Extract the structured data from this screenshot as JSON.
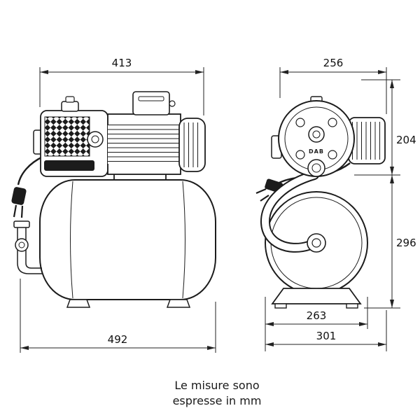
{
  "diagram": {
    "brand": "DAB",
    "caption": {
      "line1": "Le misure sono",
      "line2": "espresse in mm"
    },
    "side_view": {
      "pump_length": "413",
      "overall_length": "492"
    },
    "front_view": {
      "top_width": "256",
      "pump_height": "204",
      "tank_height": "296",
      "tank_diameter": "263",
      "overall_depth": "301"
    },
    "colors": {
      "line": "#1c1c1c",
      "background": "#ffffff"
    }
  }
}
